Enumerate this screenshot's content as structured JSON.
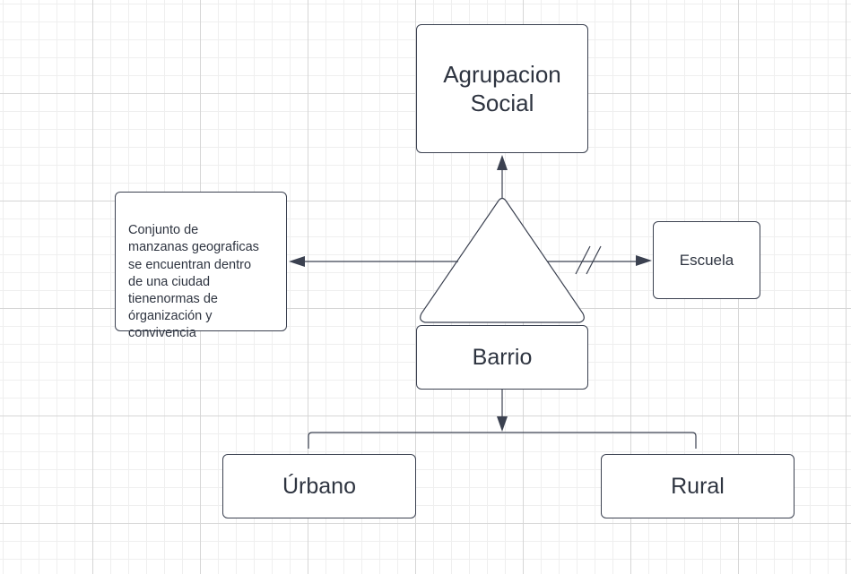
{
  "diagram": {
    "nodes": {
      "agrupacion": "Agrupacion\nSocial",
      "barrio": "Barrio",
      "urbano": "Úrbano",
      "rural": "Rural",
      "escuela": "Escuela",
      "conjunto": "Conjunto de\nmanzanas geograficas\nse encuentran dentro\nde una ciudad\ntienenormas de\nórganización y\nconvivencia"
    },
    "colors": {
      "stroke": "#3b4150",
      "text": "#2e3440",
      "background": "#ffffff",
      "grid_major": "#d6d6d6",
      "grid_minor": "#efefef"
    }
  }
}
